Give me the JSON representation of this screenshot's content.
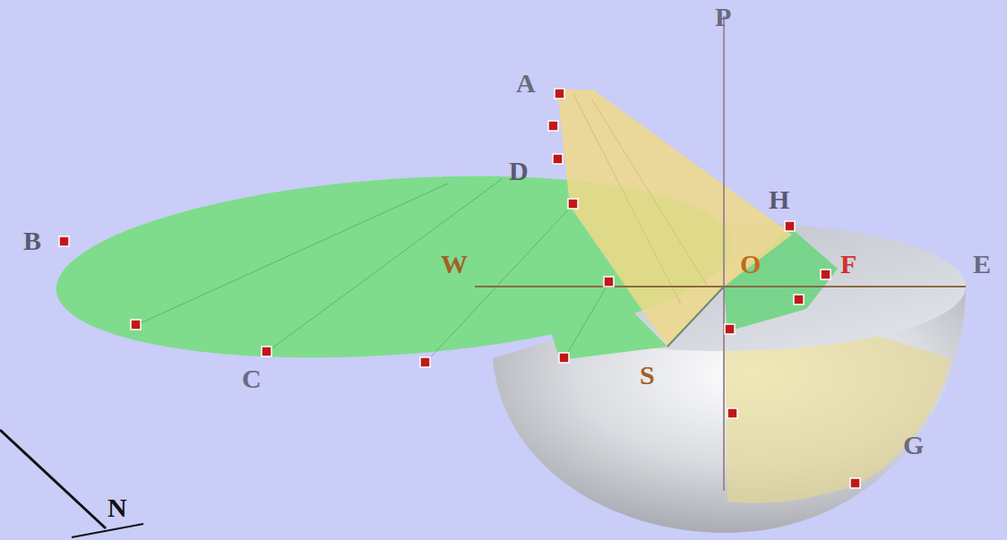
{
  "diagram": {
    "labels": [
      "P",
      "A",
      "D",
      "H",
      "B",
      "W",
      "O",
      "F",
      "E",
      "C",
      "S",
      "G",
      "N"
    ]
  }
}
